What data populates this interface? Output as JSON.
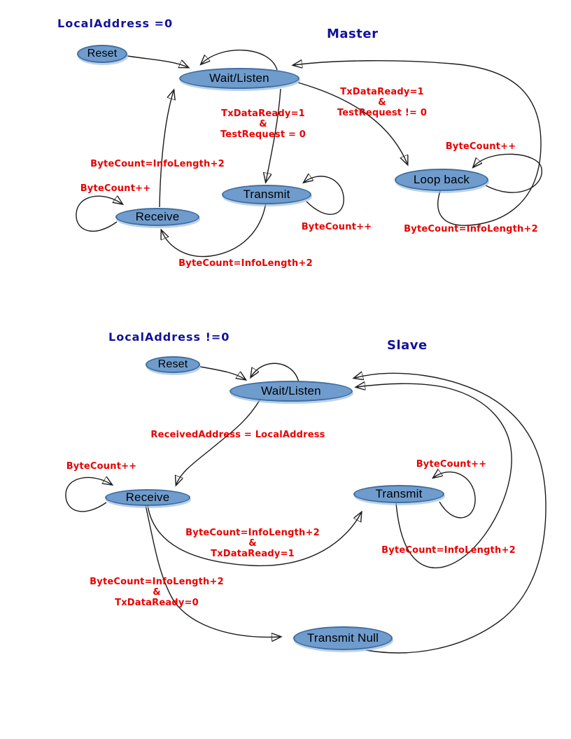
{
  "master": {
    "condition": "LocalAddress =0",
    "title": "Master",
    "states": {
      "reset": "Reset",
      "wait_listen": "Wait/Listen",
      "transmit": "Transmit",
      "receive": "Receive",
      "loop_back": "Loop back"
    },
    "transitions": {
      "wait_to_transmit": [
        "TxDataReady=1",
        "&",
        "TestRequest = 0"
      ],
      "wait_to_loopback": [
        "TxDataReady=1",
        "&",
        "TestRequest != 0"
      ],
      "receive_to_wait": "ByteCount=InfoLength+2",
      "receive_self": "ByteCount++",
      "loopback_self": "ByteCount++",
      "transmit_self": "ByteCount++",
      "loopback_to_wait": "ByteCount=InfoLength+2",
      "transmit_to_receive": "ByteCount=InfoLength+2"
    }
  },
  "slave": {
    "condition": "LocalAddress !=0",
    "title": "Slave",
    "states": {
      "reset": "Reset",
      "wait_listen": "Wait/Listen",
      "receive": "Receive",
      "transmit": "Transmit",
      "transmit_null": "Transmit Null"
    },
    "transitions": {
      "wait_to_receive": "ReceivedAddress = LocalAddress",
      "receive_self": "ByteCount++",
      "transmit_self": "ByteCount++",
      "receive_to_transmit": [
        "ByteCount=InfoLength+2",
        "&",
        "TxDataReady=1"
      ],
      "transmit_to_wait": "ByteCount=InfoLength+2",
      "receive_to_transmit_null": [
        "ByteCount=InfoLength+2",
        "&",
        "TxDataReady=0"
      ]
    }
  },
  "colors": {
    "state_fill": "#6f9ccd",
    "state_border": "#3f6e9f",
    "edge": "#1b1b1b",
    "transition_text": "#e80000",
    "heading_text": "#12129b"
  }
}
